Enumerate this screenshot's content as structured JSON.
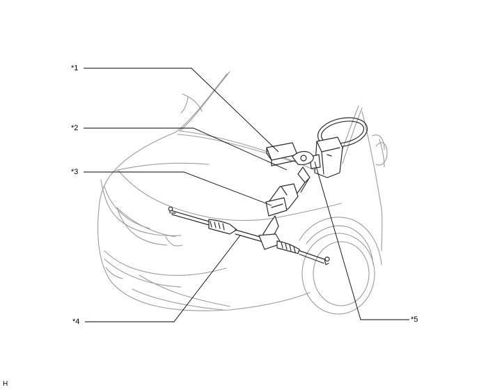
{
  "callouts": [
    {
      "label": "*1"
    },
    {
      "label": "*2"
    },
    {
      "label": "*3"
    },
    {
      "label": "*4"
    },
    {
      "label": "*5"
    }
  ],
  "figure_code": "H",
  "colors": {
    "outline": "#9a9a9a",
    "component": "#2a2a2a",
    "leader": "#000000",
    "shade": "#d8d8d8"
  }
}
